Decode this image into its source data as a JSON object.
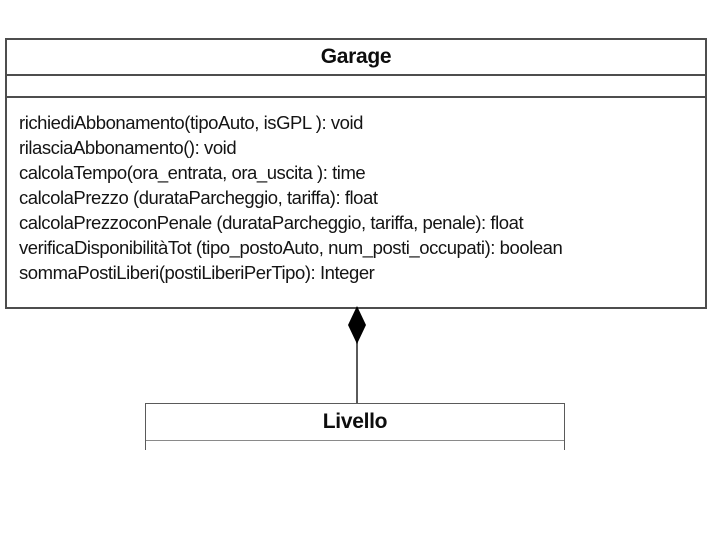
{
  "diagram": {
    "type": "uml-class-diagram",
    "garage": {
      "title": "Garage",
      "attributes": [],
      "methods": [
        "richiediAbbonamento(tipoAuto, isGPL ): void",
        "rilasciaAbbonamento(): void",
        "calcolaTempo(ora_entrata, ora_uscita ): time",
        "calcolaPrezzo (durataParcheggio, tariffa): float",
        "calcolaPrezzoconPenale (durataParcheggio, tariffa, penale): float",
        "verificaDisponibilitàTot (tipo_postoAuto, num_posti_occupati): boolean",
        "sommaPostiLiberi(postiLiberiPerTipo): Integer"
      ]
    },
    "livello": {
      "title": "Livello"
    },
    "relationship": {
      "type": "composition",
      "from": "Garage",
      "to": "Livello",
      "diamond_color": "#000000"
    },
    "colors": {
      "border": "#4d4d4d",
      "text": "#111111",
      "background": "#ffffff"
    }
  }
}
